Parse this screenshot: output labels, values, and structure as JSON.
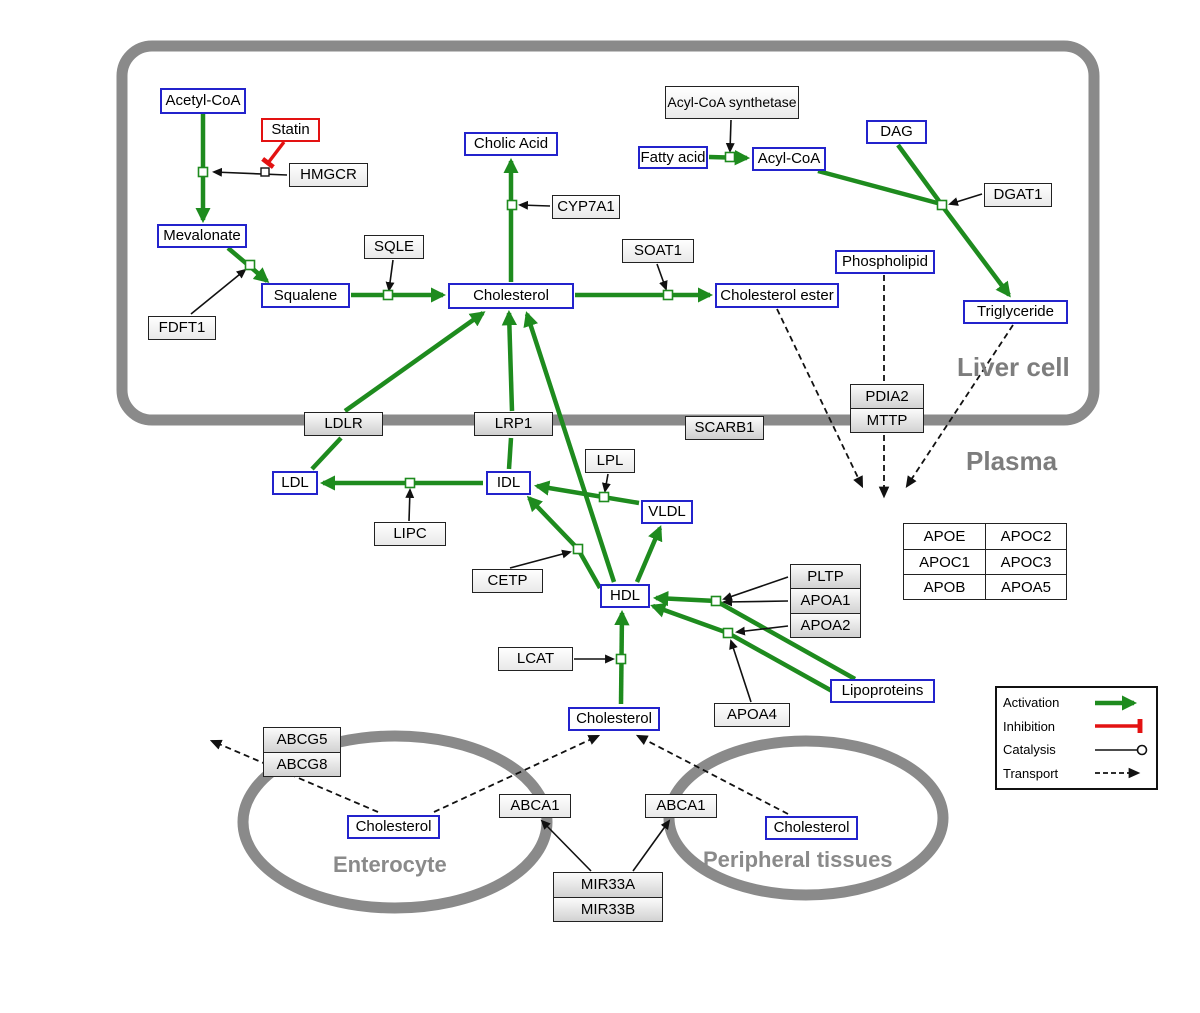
{
  "compartments": {
    "liver": "Liver cell",
    "plasma": "Plasma",
    "enterocyte": "Enterocyte",
    "peripheral": "Peripheral tissues"
  },
  "nodes": {
    "acetyl_coa": "Acetyl-CoA",
    "statin": "Statin",
    "hmgcr": "HMGCR",
    "mevalonate": "Mevalonate",
    "fdft1": "FDFT1",
    "squalene": "Squalene",
    "sqle": "SQLE",
    "cholesterol_liver": "Cholesterol",
    "cholic_acid": "Cholic Acid",
    "cyp7a1": "CYP7A1",
    "soat1": "SOAT1",
    "cholesterol_ester": "Cholesterol ester",
    "fatty_acid": "Fatty acid",
    "acyl_coa_synthetase": "Acyl-CoA synthetase",
    "acyl_coa": "Acyl-CoA",
    "dag": "DAG",
    "dgat1": "DGAT1",
    "phospholipid": "Phospholipid",
    "triglyceride": "Triglyceride",
    "ldlr": "LDLR",
    "lrp1": "LRP1",
    "scarb1": "SCARB1",
    "pdia2": "PDIA2",
    "mttp": "MTTP",
    "ldl": "LDL",
    "idl": "IDL",
    "lipc": "LIPC",
    "lpl": "LPL",
    "vldl": "VLDL",
    "cetp": "CETP",
    "hdl": "HDL",
    "lcat": "LCAT",
    "pltp": "PLTP",
    "apoa1": "APOA1",
    "apoa2": "APOA2",
    "apoa4": "APOA4",
    "lipoproteins": "Lipoproteins",
    "cholesterol_plasma": "Cholesterol",
    "abcg5": "ABCG5",
    "abcg8": "ABCG8",
    "cholesterol_enterocyte": "Cholesterol",
    "abca1_left": "ABCA1",
    "abca1_right": "ABCA1",
    "cholesterol_peripheral": "Cholesterol",
    "mir33a": "MIR33A",
    "mir33b": "MIR33B"
  },
  "apo_table": [
    [
      "APOE",
      "APOC2"
    ],
    [
      "APOC1",
      "APOC3"
    ],
    [
      "APOB",
      "APOA5"
    ]
  ],
  "legend": {
    "activation": "Activation",
    "inhibition": "Inhibition",
    "catalysis": "Catalysis",
    "transport": "Transport"
  },
  "colors": {
    "activation_green": "#1e8b1e",
    "inhibition_red": "#e31212",
    "metabolite_border_blue": "#2323cc",
    "membrane_gray": "#8a8a8a"
  }
}
